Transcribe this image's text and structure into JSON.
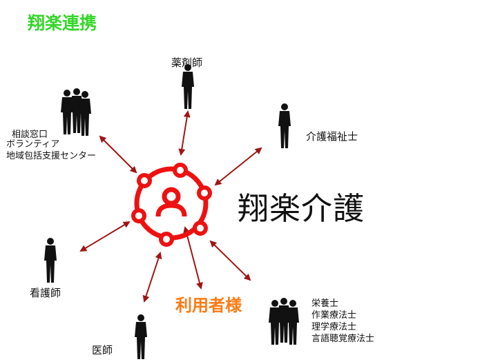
{
  "title": "翔楽連携",
  "center": {
    "brand": "翔楽介護",
    "user_label": "利用者様"
  },
  "nodes": {
    "pharmacist": "薬剤師",
    "care_worker": "介護福祉士",
    "consult": {
      "line1": "相談窓口",
      "line2": "ボランティア",
      "line3": "地域包括支援センター"
    },
    "nurse": "看護師",
    "doctor": "医師",
    "therapists": [
      "栄養士",
      "作業療法士",
      "理学療法士",
      "言語聴覚療法士"
    ]
  },
  "colors": {
    "title": "#35d62a",
    "logo": "#ee1111",
    "arrow": "#a01414",
    "user": "#ff7a12"
  }
}
